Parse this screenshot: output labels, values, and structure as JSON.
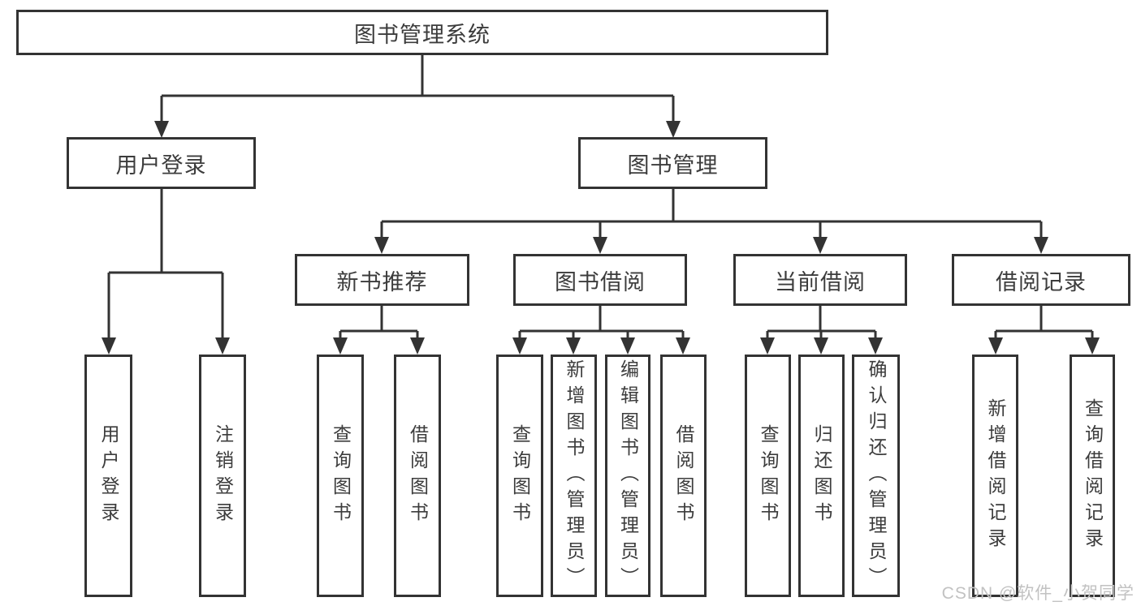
{
  "diagram": {
    "root": "图书管理系统",
    "user_login_branch": {
      "label": "用户登录",
      "leaves": [
        "用户登录",
        "注销登录"
      ]
    },
    "book_mgmt_branch": {
      "label": "图书管理",
      "sections": [
        {
          "label": "新书推荐",
          "leaves": [
            "查询图书",
            "借阅图书"
          ]
        },
        {
          "label": "图书借阅",
          "leaves": [
            "查询图书",
            "新增图书（管理员）",
            "编辑图书（管理员）",
            "借阅图书"
          ]
        },
        {
          "label": "当前借阅",
          "leaves": [
            "查询图书",
            "归还图书",
            "确认归还（管理员）"
          ]
        },
        {
          "label": "借阅记录",
          "leaves": [
            "新增借阅记录",
            "查询借阅记录"
          ]
        }
      ]
    },
    "watermark": "CSDN @软件_小贺同学"
  },
  "colors": {
    "line": "#333333",
    "text": "#3c3c3c",
    "background": "#ffffff",
    "watermark": "#c2c2c2"
  }
}
